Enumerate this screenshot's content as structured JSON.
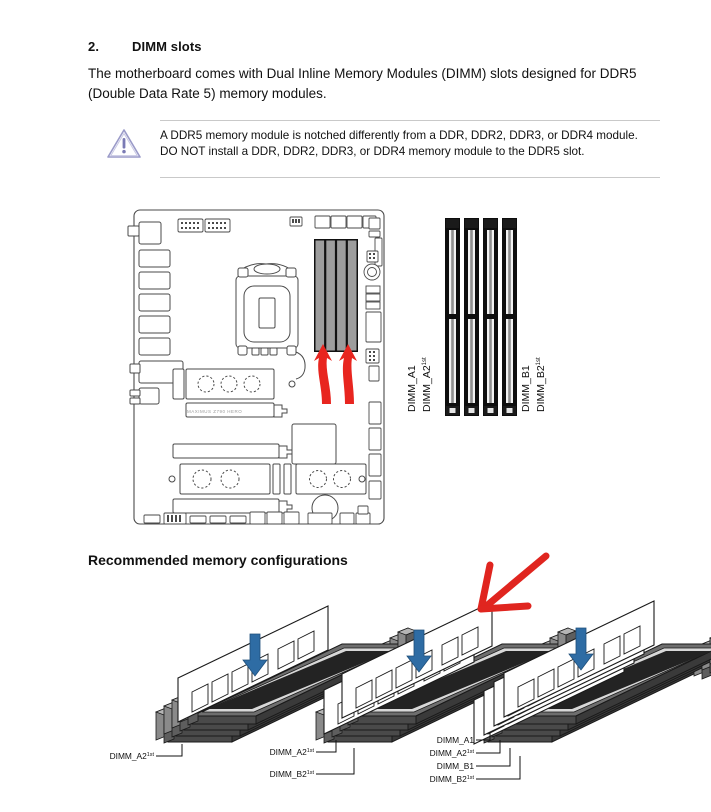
{
  "section": {
    "number": "2.",
    "title": "DIMM slots",
    "paragraph": "The motherboard comes with Dual Inline Memory Modules (DIMM) slots designed for DDR5 (Double Data Rate 5) memory modules."
  },
  "note": {
    "icon": "warning-triangle-icon",
    "icon_color": "#9a9ac8",
    "text": "A DDR5 memory module is notched differently from a DDR, DDR2, DDR3, or DDR4 module. DO NOT install a DDR, DDR2, DDR3, or DDR4 memory module to the DDR5 slot."
  },
  "motherboard": {
    "model_silkscreen": "MAXIMUS Z790 HERO",
    "annotation_color": "#e8251f",
    "annotation": "two red arrows pointing up at the DIMM slots",
    "slot_fill": "#9d9d9d",
    "slot_stroke": "#111111"
  },
  "dimm_column": {
    "labels_left": [
      "DIMM_A1",
      "DIMM_A2"
    ],
    "labels_left_sup": [
      "",
      "1st"
    ],
    "labels_right": [
      "DIMM_B1",
      "DIMM_B2"
    ],
    "labels_right_sup": [
      "",
      "1st"
    ],
    "slot_count": 4
  },
  "recommended": {
    "heading": "Recommended memory configurations",
    "annotation_color": "#e0251f",
    "annotation": "large red hand-drawn arrow pointing down-left at the heading area",
    "arrow_color": "#2e6ca4",
    "configs": [
      {
        "id": "one-module",
        "module_count": 1,
        "labels": [
          {
            "name": "DIMM_A2",
            "sup": "1st"
          }
        ]
      },
      {
        "id": "two-modules",
        "module_count": 2,
        "labels": [
          {
            "name": "DIMM_A2",
            "sup": "1st"
          },
          {
            "name": "DIMM_B2",
            "sup": "1st"
          }
        ]
      },
      {
        "id": "four-modules",
        "module_count": 4,
        "labels": [
          {
            "name": "DIMM_A1",
            "sup": ""
          },
          {
            "name": "DIMM_A2",
            "sup": "1st"
          },
          {
            "name": "DIMM_B1",
            "sup": ""
          },
          {
            "name": "DIMM_B2",
            "sup": "1st"
          }
        ]
      }
    ]
  }
}
